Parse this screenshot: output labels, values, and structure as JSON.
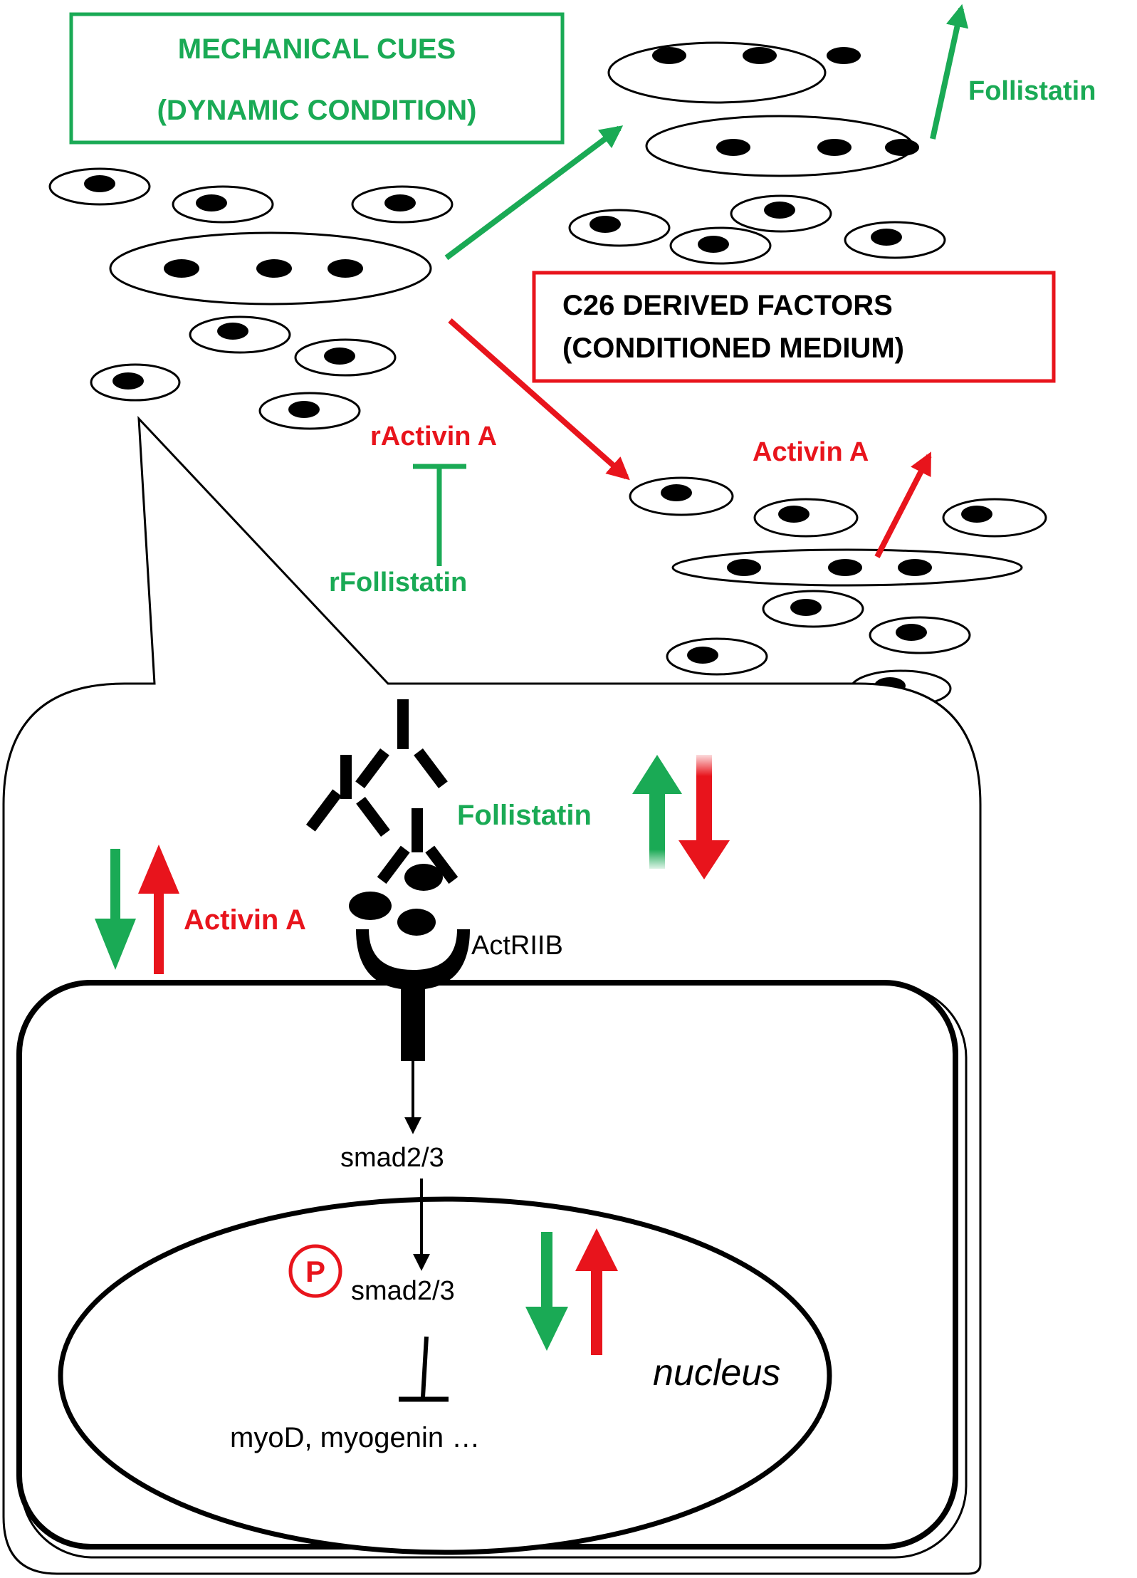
{
  "colors": {
    "green": "#1aaa55",
    "red": "#e8141c",
    "black": "#000000"
  },
  "mechanical_box": {
    "line1": "MECHANICAL CUES",
    "line2": "(DYNAMIC CONDITION)"
  },
  "c26_box": {
    "line1": "C26 DERIVED FACTORS",
    "line2": "(CONDITIONED MEDIUM)"
  },
  "labels": {
    "follistatin_top": "Follistatin",
    "ractivin": "rActivin A",
    "rfollistatin": "rFollistatin",
    "activin_right": "Activin A",
    "follistatin_mid": "Follistatin",
    "activin_left": "Activin A",
    "receptor": "ActRIIB",
    "smad_cyto": "smad2/3",
    "phospho": "P",
    "smad_nuc": "smad2/3",
    "nucleus": "nucleus",
    "genes": "myoD, myogenin …"
  }
}
